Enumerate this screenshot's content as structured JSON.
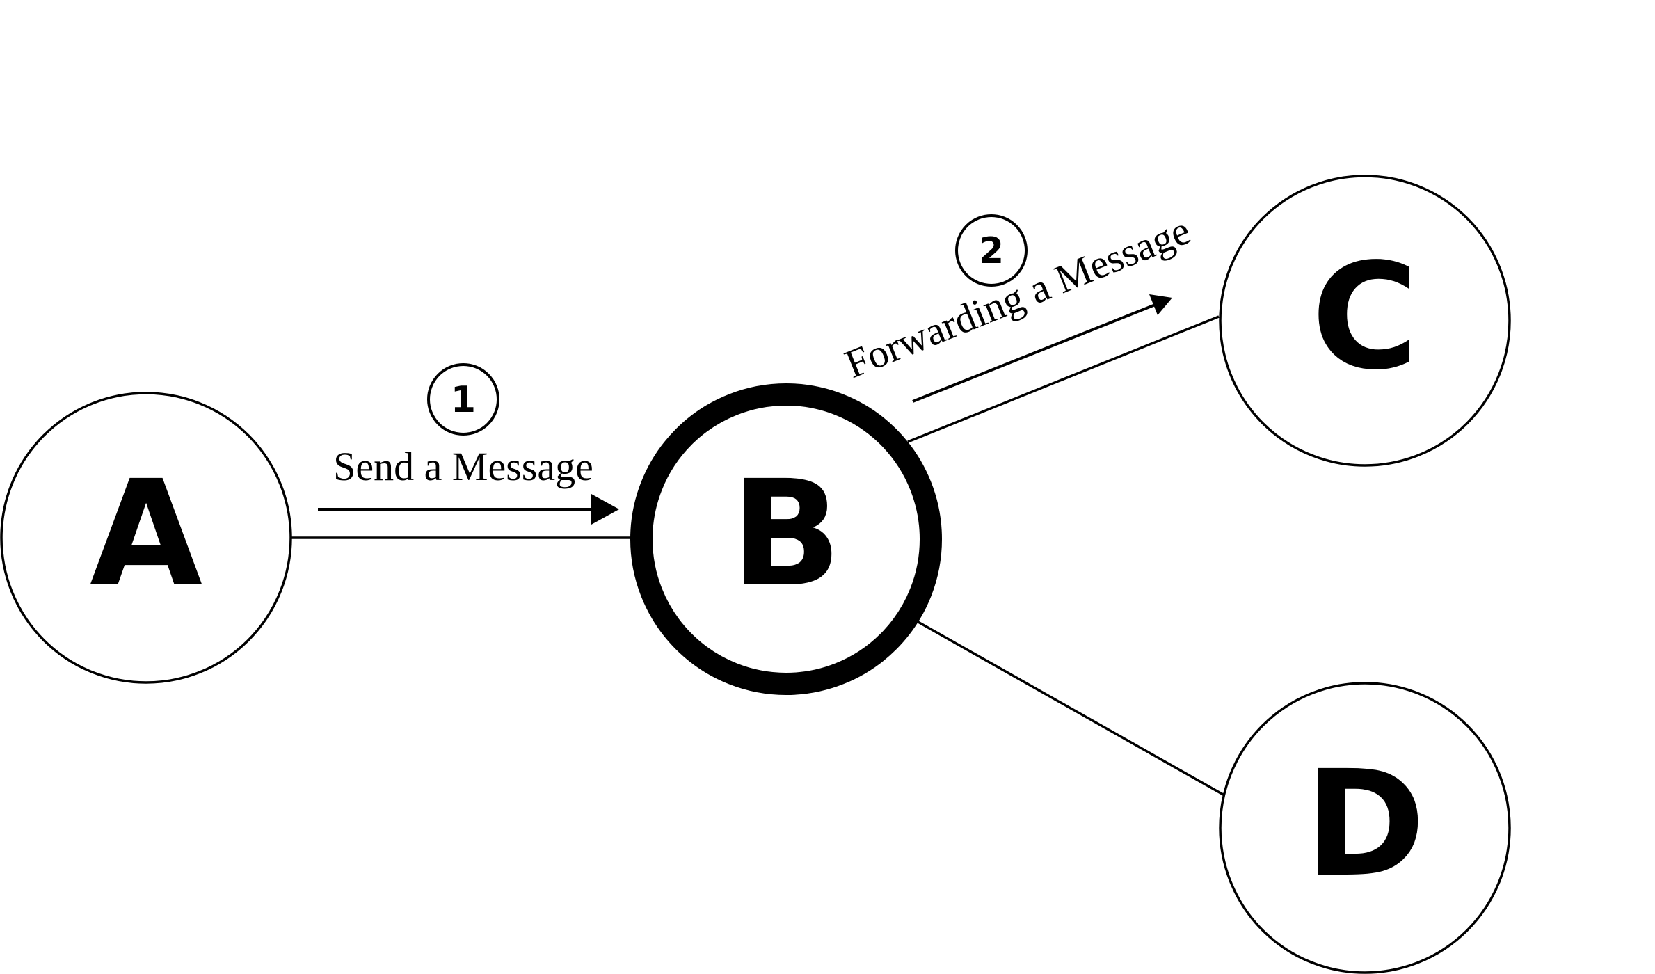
{
  "nodes": {
    "a": {
      "label": "A"
    },
    "b": {
      "label": "B"
    },
    "c": {
      "label": "C"
    },
    "d": {
      "label": "D"
    }
  },
  "steps": {
    "one": {
      "number": "1",
      "label": "Send a Message"
    },
    "two": {
      "number": "2",
      "label": "Forwarding a Message"
    }
  }
}
